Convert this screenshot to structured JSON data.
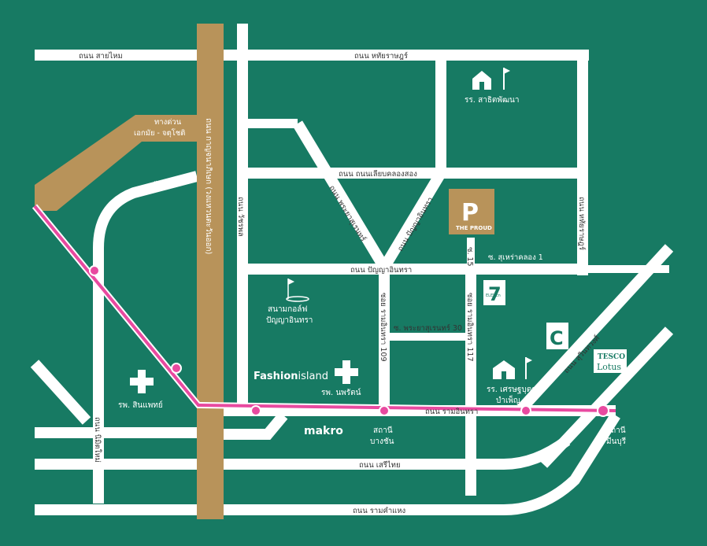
{
  "roads": {
    "sai_mai": "ถนน สายไหม",
    "hathai_rat": "ถนน หทัยราษฎร์",
    "expressway": "ทางด่วน",
    "expressway_route": "เอกมัย - จตุโชติ",
    "khu_bon": "ถนน คู้บอน",
    "liab_khlong_song": "ถนน ถนนเลียบคลองสอง",
    "kanchanaphisek": "ถนน กาญจนาภิเษก (วงแหวนตะวันออก)",
    "phraya_suren_diag": "ถนน พระยาสุเรนทร์",
    "panya_indra_diag": "ถนน ปัญญาอินทรา",
    "panya_indra": "ถนน ปัญญาอินทรา",
    "soi_15": "ซ. 15",
    "soi_suerao_khlong_1": "ซ. สุเหร่าคลอง 1",
    "hathai_rat_right": "ถนน หทัยราษฎร์",
    "watcharaphon": "ถนน วัชรพล",
    "soi_ram_indra_109": "ซอย รามอินทรา 109",
    "soi_ram_indra_117": "ซอย รามอินทรา 117",
    "soi_phraya_suren_30": "ซ. พระยาสุเรนทร์ 30",
    "suwinthawong": "ถนน สุวินทวงศ์",
    "ram_indra": "ถนน รามอินทรา",
    "nimit_mai": "ถนน นิมิตใหม่",
    "seri_thai": "ถนน เสรีไทย",
    "ramkhamhaeng": "ถนน รามคำแหง"
  },
  "places": {
    "school_sarit": "รร. สาธิตพัฒนา",
    "golf_line1": "สนามกอล์ฟ",
    "golf_line2": "ปัญญาอินทรา",
    "hospital_sinphaet": "รพ. สินแพทย์",
    "hospital_nopparat": "รพ. นพรัตน์",
    "school_setthabut_line1": "รร. เศรษฐบุตร",
    "school_setthabut_line2": "บำเพ็ญ"
  },
  "brands": {
    "project_name": "THE PROUD",
    "project_logo_letter": "P",
    "fashion_island_bold": "Fashion",
    "fashion_island_light": "island",
    "makro": "makro",
    "seven_eleven": "7",
    "seven_eleven_word": "ELEVEn",
    "big_c": "C",
    "tesco_line1": "TESCO",
    "tesco_line2": "Lotus"
  },
  "stations": {
    "bang_chan_line1": "สถานี",
    "bang_chan_line2": "บางชัน",
    "min_buri_line1": "สถานี",
    "min_buri_line2": "มีนบุรี"
  },
  "colors": {
    "background": "#177a63",
    "road": "#ffffff",
    "expressway": "#b8935a",
    "rail_line": "#e84aa0",
    "logo_box": "#b8935a"
  },
  "icons": {
    "school": "school-icon",
    "golf": "golf-flag-icon",
    "hospital": "hospital-cross-icon",
    "rail_station": "station-dot-icon"
  }
}
